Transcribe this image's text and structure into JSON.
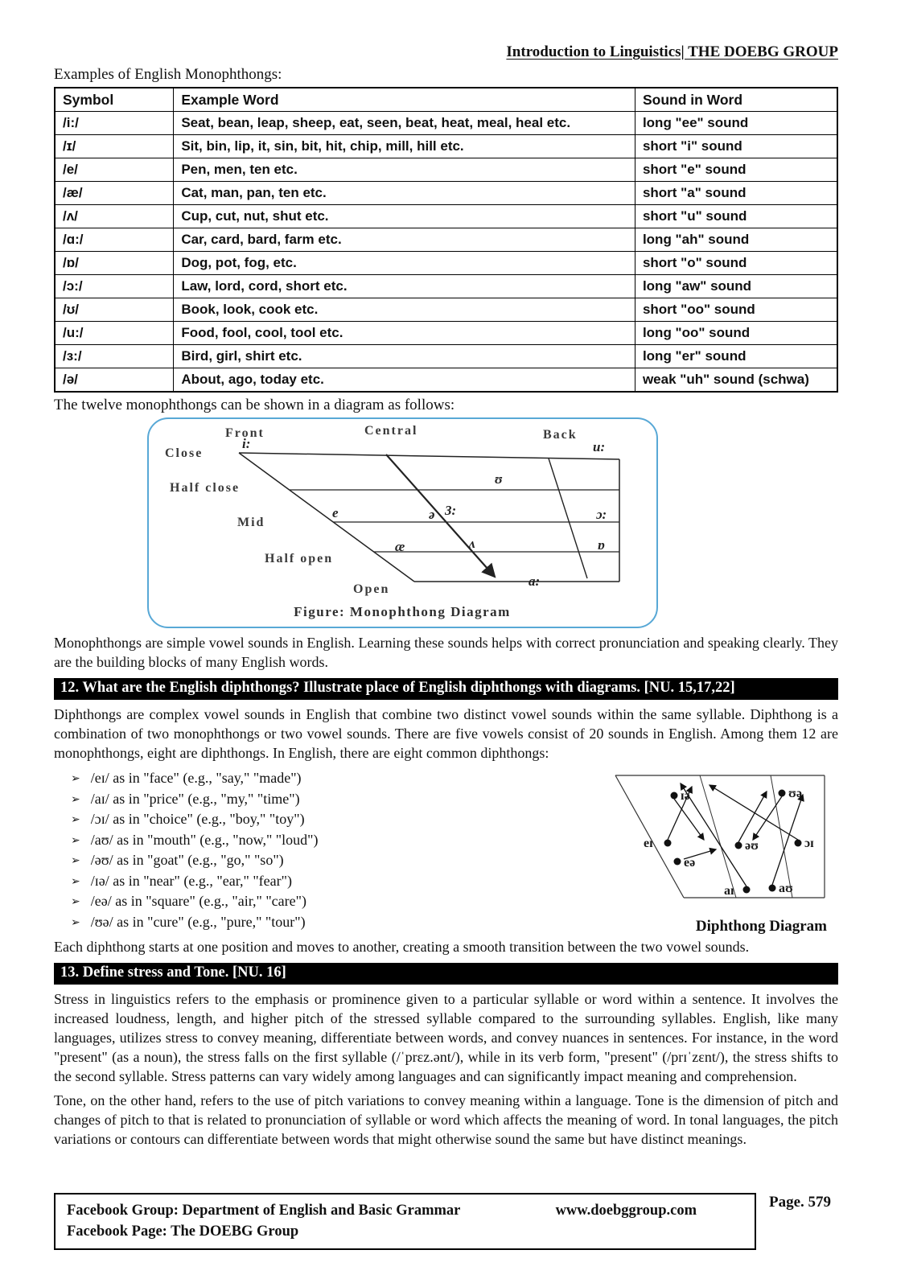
{
  "colors": {
    "diagram_box_border": "#58a8d6",
    "question_bar_bg": "#000000",
    "question_bar_text": "#ffffff"
  },
  "header": {
    "title": "Introduction to Linguistics| THE DOEBG GROUP"
  },
  "monophthongs": {
    "intro": "Examples of English Monophthongs:",
    "table": {
      "headers": [
        "Symbol",
        "Example Word",
        "Sound in Word"
      ],
      "rows": [
        {
          "symbol": "/i:/",
          "example": "Seat, bean, leap, sheep, eat, seen, beat, heat, meal, heal etc.",
          "sound": "long \"ee\" sound"
        },
        {
          "symbol": "/ɪ/",
          "example": "Sit, bin, lip, it, sin, bit, hit, chip, mill, hill etc.",
          "sound": "short \"i\" sound"
        },
        {
          "symbol": "/e/",
          "example": "Pen, men, ten etc.",
          "sound": "short \"e\" sound"
        },
        {
          "symbol": "/æ/",
          "example": "Cat, man, pan, ten etc.",
          "sound": "short \"a\" sound"
        },
        {
          "symbol": "/ʌ/",
          "example": "Cup, cut, nut, shut etc.",
          "sound": "short \"u\" sound"
        },
        {
          "symbol": "/ɑ:/",
          "example": "Car, card, bard, farm etc.",
          "sound": "long \"ah\" sound"
        },
        {
          "symbol": "/ɒ/",
          "example": "Dog, pot, fog, etc.",
          "sound": "short \"o\" sound"
        },
        {
          "symbol": "/ɔ:/",
          "example": "Law, lord, cord, short etc.",
          "sound": "long \"aw\" sound"
        },
        {
          "symbol": "/ʊ/",
          "example": "Book, look, cook etc.",
          "sound": "short \"oo\" sound"
        },
        {
          "symbol": "/u:/",
          "example": "Food, fool, cool, tool etc.",
          "sound": "long \"oo\" sound"
        },
        {
          "symbol": "/ɜ:/",
          "example": "Bird, girl, shirt etc.",
          "sound": "long \"er\" sound"
        },
        {
          "symbol": "/ə/",
          "example": "About, ago, today etc.",
          "sound": "weak \"uh\" sound (schwa)"
        }
      ]
    },
    "diagram_lead": "The twelve monophthongs can be shown in a diagram as follows:",
    "diagram": {
      "caption": "Figure: Monophthong Diagram",
      "col_labels": [
        "Front",
        "Central",
        "Back"
      ],
      "row_labels": [
        "Close",
        "Half close",
        "Mid",
        "Half open",
        "Open"
      ],
      "vowels": [
        "i:",
        "u:",
        "ʊ",
        "e",
        "ə",
        "3:",
        "ɔ:",
        "æ",
        "ʌ",
        "ɒ",
        "ɑ:"
      ]
    },
    "summary": "Monophthongs are simple vowel sounds in English. Learning these sounds helps with correct pronunciation and speaking clearly. They are the building blocks of many English words."
  },
  "q12": {
    "heading": "12. What are the English diphthongs? Illustrate place of English diphthongs with diagrams. [NU. 15,17,22]",
    "intro": "Diphthongs are complex vowel sounds in English that combine two distinct vowel sounds within the same syllable. Diphthong is a combination of two monophthongs or two vowel sounds. There are five vowels consist of 20 sounds in English. Among them 12 are monophthongs, eight are diphthongs. In English, there are eight common diphthongs:",
    "bullet_glyph": "➢",
    "items": [
      "/eɪ/ as in \"face\" (e.g., \"say,\" \"made\")",
      "/aɪ/ as in \"price\" (e.g., \"my,\" \"time\")",
      "/ɔɪ/ as in \"choice\" (e.g., \"boy,\" \"toy\")",
      "/aʊ/ as in \"mouth\" (e.g., \"now,\" \"loud\")",
      "/əʊ/ as in \"goat\" (e.g., \"go,\" \"so\")",
      "/ɪə/ as in \"near\" (e.g., \"ear,\" \"fear\")",
      "/eə/ as in \"square\" (e.g., \"air,\" \"care\")",
      "/ʊə/ as in \"cure\" (e.g., \"pure,\" \"tour\")"
    ],
    "diagram": {
      "caption": "Diphthong Diagram",
      "labels": [
        "ɪə",
        "ʊə",
        "eɪ",
        "əʊ",
        "ɔɪ",
        "eə",
        "aɪ",
        "aʊ"
      ]
    },
    "closing": "Each diphthong starts at one position and moves to another, creating a smooth transition between the two vowel sounds."
  },
  "q13": {
    "heading": "13. Define stress and Tone. [NU. 16]",
    "para1": "Stress in linguistics refers to the emphasis or prominence given to a particular syllable or word within a sentence. It involves the increased loudness, length, and higher pitch of the stressed syllable compared to the surrounding syllables. English, like many languages, utilizes stress to convey meaning, differentiate between words, and convey nuances in sentences. For instance, in the word \"present\" (as a noun), the stress falls on the first syllable (/ˈprɛz.ənt/), while in its verb form, \"present\" (/prɪˈzɛnt/), the stress shifts to the second syllable. Stress patterns can vary widely among languages and can significantly impact meaning and comprehension.",
    "para2": "Tone, on the other hand, refers to the use of pitch variations to convey meaning within a language. Tone is the dimension of pitch and changes of pitch to that is related to pronunciation of syllable or word which affects the meaning of word. In tonal languages, the pitch variations or contours can differentiate between words that might otherwise sound the same but have distinct meanings."
  },
  "footer": {
    "line1": "Facebook Group: Department of English and Basic Grammar",
    "line2": "Facebook Page: The DOEBG Group",
    "website": "www.doebggroup.com",
    "page_number": "Page. 579"
  }
}
